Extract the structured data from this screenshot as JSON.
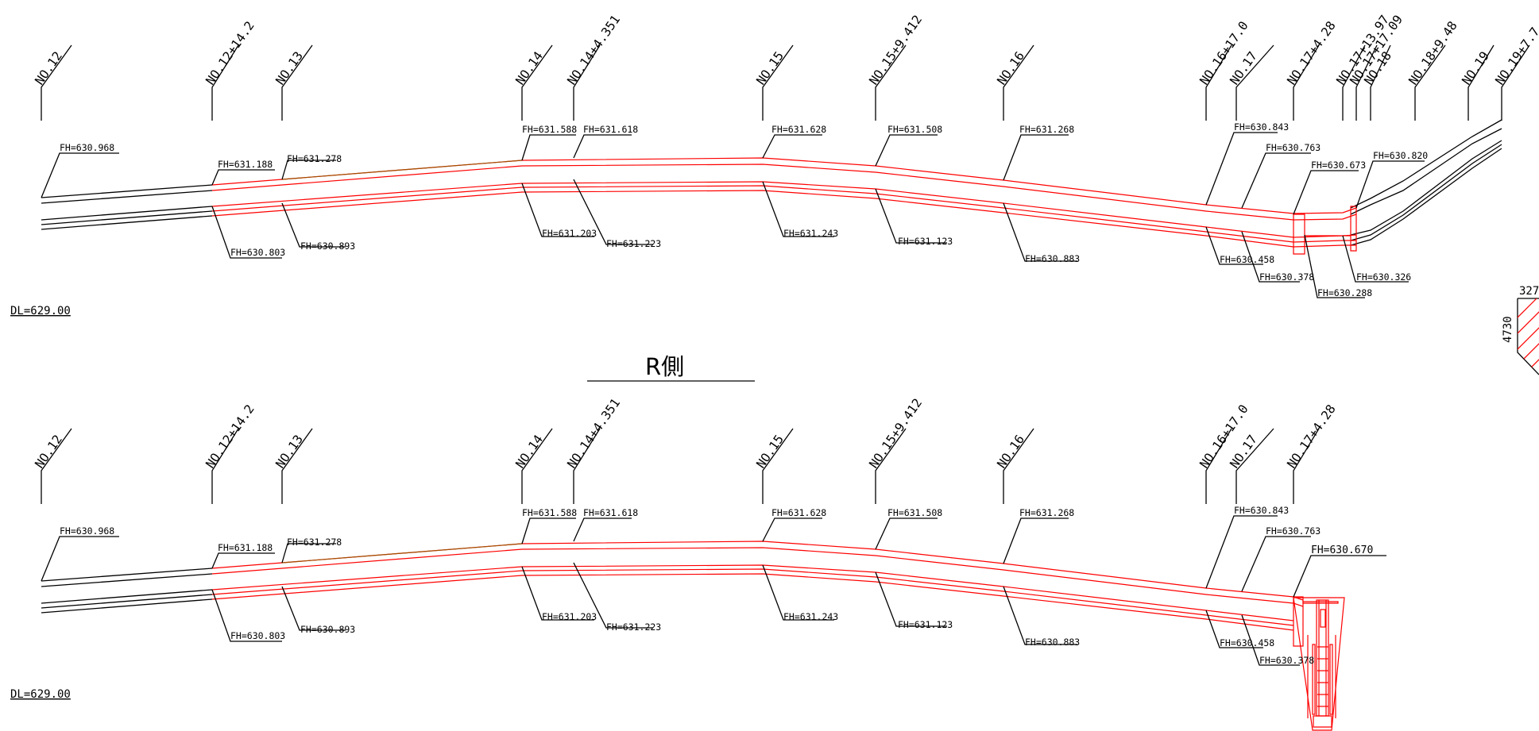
{
  "title": "R側",
  "datum": "DL=629.00",
  "cut_dims": [
    "4730",
    "327"
  ],
  "colors": {
    "line": "#000000",
    "profile": "#ff0000",
    "overlap": "#a05000"
  },
  "upper": {
    "stations": [
      "NO.12",
      "NO.12+14.2",
      "NO.13",
      "NO.14",
      "NO.14+4.351",
      "NO.15",
      "NO.15+9.412",
      "NO.16",
      "NO.16+17.0",
      "NO.17",
      "NO.17+4.28",
      "NO.17+13.97",
      "NO.17+17.09",
      "NO.18",
      "NO.18+9.48",
      "NO.19",
      "NO.19+7.7"
    ],
    "top_fh": [
      "FH=630.968",
      "FH=631.188",
      "FH=631.278",
      "FH=631.588",
      "FH=631.618",
      "FH=631.628",
      "FH=631.508",
      "FH=631.268",
      "FH=630.843",
      "FH=630.763",
      "FH=630.673",
      "FH=630.820"
    ],
    "bottom_fh": [
      "FH=630.803",
      "FH=630.893",
      "FH=631.203",
      "FH=631.223",
      "FH=631.243",
      "FH=631.123",
      "FH=630.883",
      "FH=630.458",
      "FH=630.378",
      "FH=630.288",
      "FH=630.326"
    ]
  },
  "lower": {
    "stations": [
      "NO.12",
      "NO.12+14.2",
      "NO.13",
      "NO.14",
      "NO.14+4.351",
      "NO.15",
      "NO.15+9.412",
      "NO.16",
      "NO.16+17.0",
      "NO.17",
      "NO.17+4.28"
    ],
    "top_fh": [
      "FH=630.968",
      "FH=631.188",
      "FH=631.278",
      "FH=631.588",
      "FH=631.618",
      "FH=631.628",
      "FH=631.508",
      "FH=631.268",
      "FH=630.843",
      "FH=630.763",
      "FH=630.670"
    ],
    "bottom_fh": [
      "FH=630.803",
      "FH=630.893",
      "FH=631.203",
      "FH=631.223",
      "FH=631.243",
      "FH=631.123",
      "FH=630.883",
      "FH=630.458",
      "FH=630.378"
    ]
  }
}
